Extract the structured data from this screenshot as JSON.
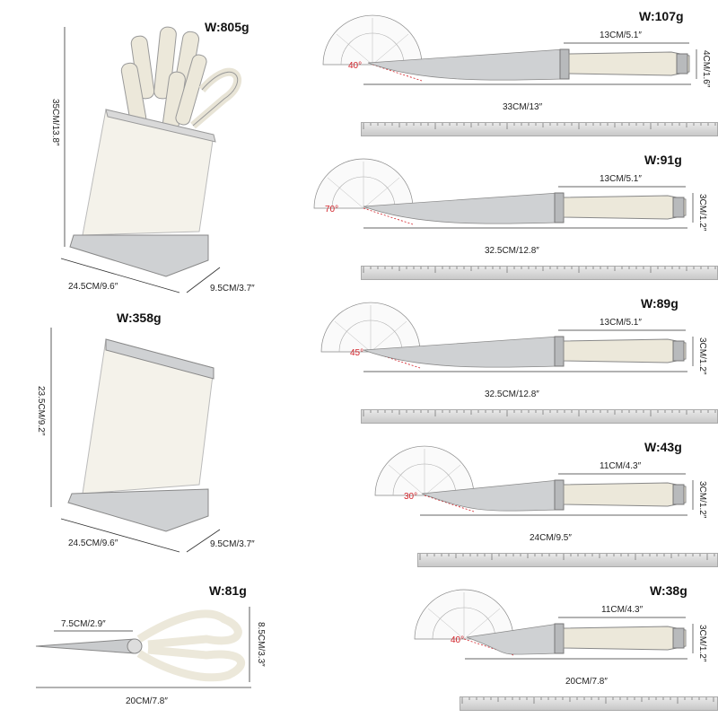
{
  "block_full": {
    "weight": "W:805g",
    "height": "35CM/13.8″",
    "width": "24.5CM/9.6″",
    "depth": "9.5CM/3.7″"
  },
  "block_empty": {
    "weight": "W:358g",
    "height": "23.5CM/9.2″",
    "width": "24.5CM/9.6″",
    "depth": "9.5CM/3.7″"
  },
  "scissors": {
    "weight": "W:81g",
    "blade": "7.5CM/2.9″",
    "length": "20CM/7.8″",
    "height": "8.5CM/3.3″"
  },
  "knives": [
    {
      "weight": "W:107g",
      "handle": "13CM/5.1″",
      "length": "33CM/13″",
      "height": "4CM/1.6″",
      "angle": "40°"
    },
    {
      "weight": "W:91g",
      "handle": "13CM/5.1″",
      "length": "32.5CM/12.8″",
      "height": "3CM/1.2″",
      "angle": "70°"
    },
    {
      "weight": "W:89g",
      "handle": "13CM/5.1″",
      "length": "32.5CM/12.8″",
      "height": "3CM/1.2″",
      "angle": "45°"
    },
    {
      "weight": "W:43g",
      "handle": "11CM/4.3″",
      "length": "24CM/9.5″",
      "height": "3CM/1.2″",
      "angle": "30°"
    },
    {
      "weight": "W:38g",
      "handle": "11CM/4.3″",
      "length": "20CM/7.8″",
      "height": "3CM/1.2″",
      "angle": "40°"
    }
  ],
  "colors": {
    "accent": "#d2232a",
    "handle": "#ece8da",
    "steel": "#c9cbcd",
    "block": "#f4f2ea"
  }
}
